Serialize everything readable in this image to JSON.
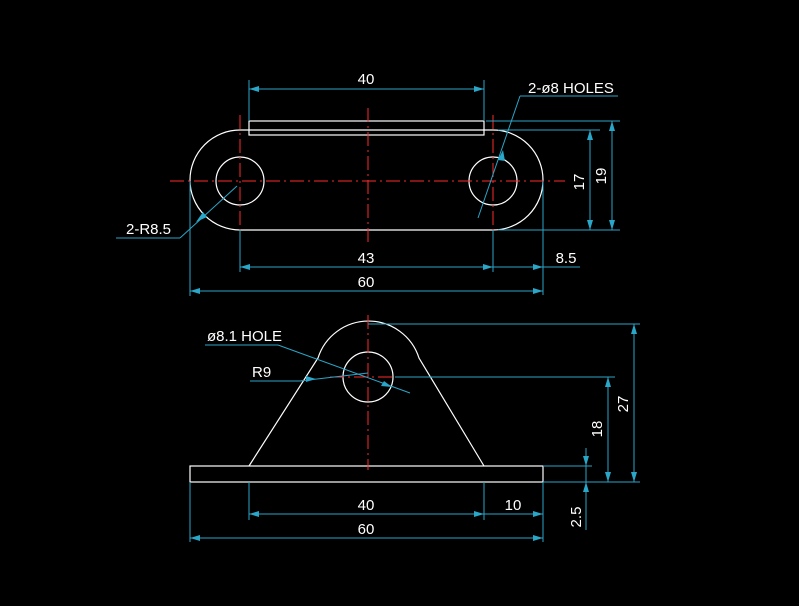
{
  "colors": {
    "background": "#000000",
    "part": "#ffffff",
    "dimension": "#2aa6c8",
    "centerline": "#ff2a2a"
  },
  "top_view": {
    "dim_top_40": "40",
    "holes_note": "2-ø8 HOLES",
    "dim_17": "17",
    "dim_19": "19",
    "radius_note": "2-R8.5",
    "dim_43": "43",
    "dim_8_5": "8.5",
    "dim_60": "60"
  },
  "front_view": {
    "hole_note": "ø8.1 HOLE",
    "radius_note": "R9",
    "dim_27": "27",
    "dim_18": "18",
    "dim_40": "40",
    "dim_10": "10",
    "dim_2_5": "2.5",
    "dim_60": "60"
  }
}
